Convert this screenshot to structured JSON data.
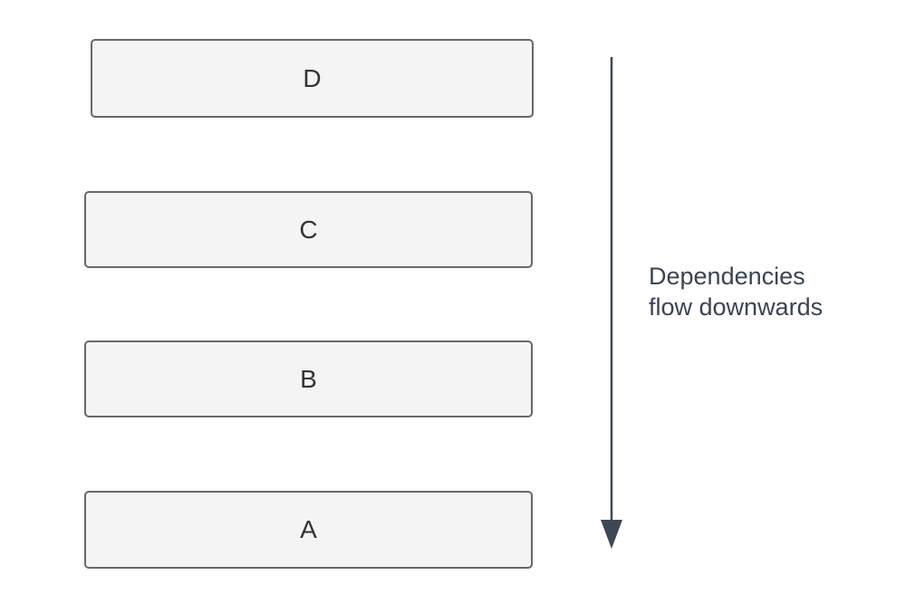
{
  "diagram": {
    "boxes": [
      {
        "label": "D"
      },
      {
        "label": "C"
      },
      {
        "label": "B"
      },
      {
        "label": "A"
      }
    ],
    "annotation": {
      "line1": "Dependencies",
      "line2": "flow downwards"
    },
    "arrow": {
      "direction": "down"
    },
    "colors": {
      "background": "#ffffff",
      "box_fill": "#f4f4f4",
      "box_border": "#686868",
      "box_text": "#333333",
      "annotation_text": "#3b4453",
      "arrow": "#3e4756"
    }
  }
}
